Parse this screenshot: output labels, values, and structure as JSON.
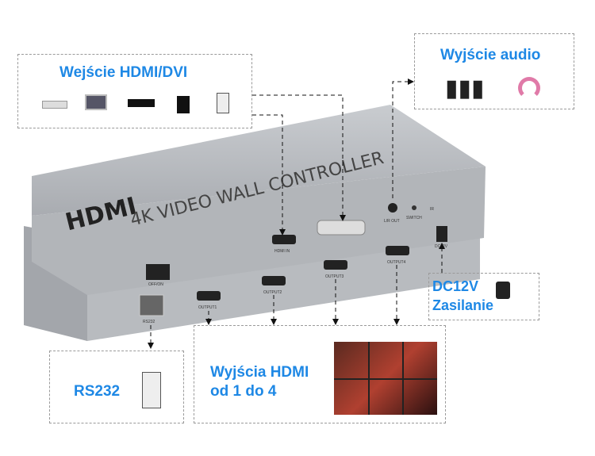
{
  "input_box": {
    "title": "Wejście HDMI/DVI",
    "icons": [
      "dvd-player-icon",
      "laptop-icon",
      "set-top-box-icon",
      "pc-tower-icon",
      "pc-case-icon"
    ]
  },
  "audio_box": {
    "title": "Wyjście audio",
    "icons": [
      "speaker-system-icon",
      "headphones-icon"
    ]
  },
  "power_box": {
    "line1": "DC12V",
    "line2": "Zasilanie",
    "icon": "power-adapter-icon"
  },
  "rs232_box": {
    "title": "RS232",
    "icon": "rs232-device-icon"
  },
  "hdmi_out_box": {
    "line1": "Wyjścia HDMI",
    "line2": "od 1 do 4",
    "image": "video-wall-photo"
  },
  "device": {
    "brand": "HDMI",
    "title": "4K VIDEO WALL CONTROLLER",
    "ports": {
      "hdmi_in": "HDMI IN",
      "lr_out": "L/R OUT",
      "switch": "SWITCH",
      "ir": "IR",
      "dc": "DC12V",
      "off_on": "OFF/ON",
      "rs232": "RS232",
      "out1": "OUTPUT1",
      "out2": "OUTPUT2",
      "out3": "OUTPUT3",
      "out4": "OUTPUT4"
    }
  },
  "colors": {
    "accent": "#1e88e5",
    "device": "#b4b7bb"
  }
}
